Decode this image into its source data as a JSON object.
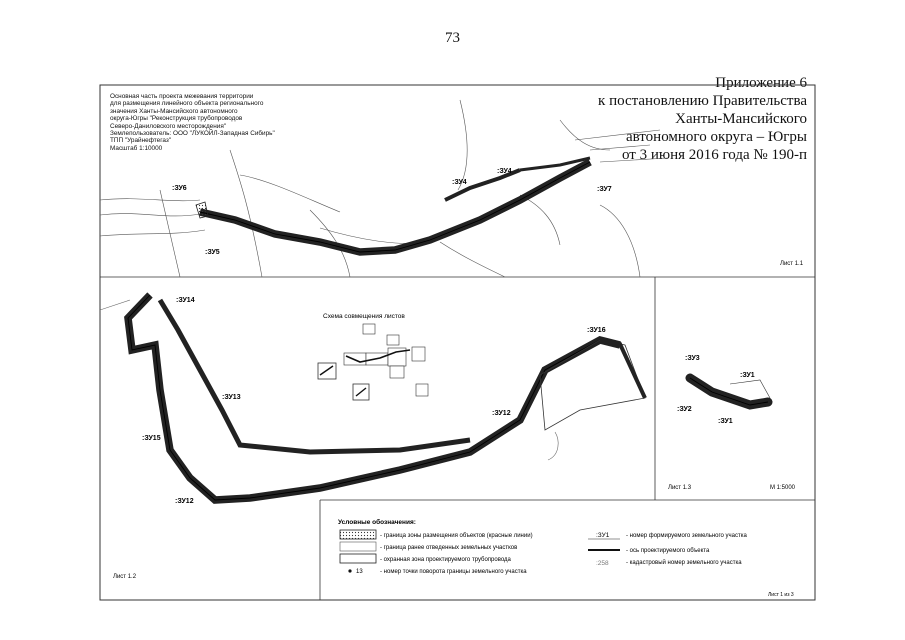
{
  "page_number": "73",
  "appendix": {
    "line1": "Приложение 6",
    "line2": "к постановлению Правительства",
    "line3": "Ханты-Мансийского",
    "line4": "автономного округа – Югры",
    "line5": "от 3 июня 2016 года № 190-п"
  },
  "project_note": {
    "lines": [
      "Основная часть проекта межевания территории",
      "для размещения линейного объекта регионального",
      "значения Ханты-Мансийского автономного",
      "округа-Югры \"Реконструкция трубопроводов",
      "Северо-Даниловского месторождения\"",
      "Землепользователь: ООО \"ЛУКОЙЛ-Западная Сибирь\"",
      "ТПП \"Урайнефтегаз\"",
      "Масштаб 1:10000"
    ]
  },
  "sheets": {
    "sheet_1_1": "Лист 1.1",
    "sheet_1_2": "Лист 1.2",
    "sheet_1_3": "Лист 1.3",
    "scale_1_3": "М 1:5000",
    "sheet_total": "Лист 1 из 3"
  },
  "parcel_labels": {
    "zu6": ":ЗУ6",
    "zu5": ":ЗУ5",
    "zu4": ":ЗУ4",
    "zu4b": ":ЗУ4",
    "zu7": ":ЗУ7",
    "zu14": ":ЗУ14",
    "zu13": ":ЗУ13",
    "zu15": ":ЗУ15",
    "zu12a": ":ЗУ12",
    "zu12b": ":ЗУ12",
    "zu16": ":ЗУ16",
    "zu3": ":ЗУ3",
    "zu2": ":ЗУ2",
    "zu1a": ":ЗУ1",
    "zu1b": ":ЗУ1"
  },
  "overview": {
    "title": "Схема совмещения листов"
  },
  "legend": {
    "title": "Условные обозначения:",
    "items_left": [
      "- граница зоны размещения объектов (красные линии)",
      "- граница ранее отведенных земельных участков",
      "- охранная зона проектируемого трубопровода",
      "- номер точки поворота границы земельного участка"
    ],
    "point_sample": "13",
    "items_right": [
      "- номер формируемого земельного участка",
      "- ось проектируемого объекта",
      "- кадастровый номер земельного участка"
    ],
    "parcel_sample": ":ЗУ1",
    "cadastral_sample": ":258"
  },
  "colors": {
    "line": "#222222",
    "parcel": "#777777",
    "background": "#ffffff"
  }
}
